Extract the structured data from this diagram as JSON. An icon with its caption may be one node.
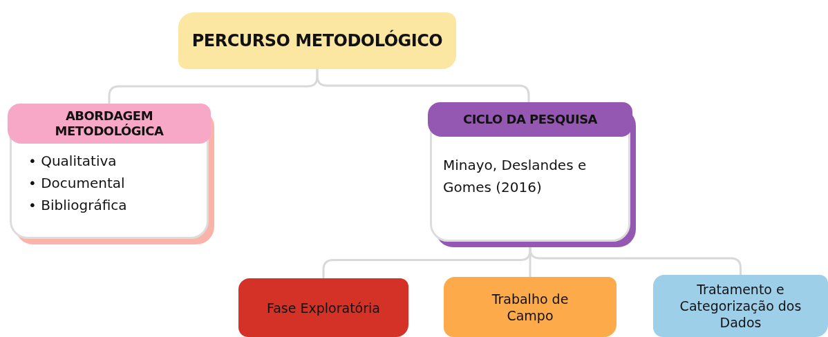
{
  "diagram": {
    "nodes": [
      {
        "text": [
          "PERCURSO METODOLÓGICO"
        ]
      },
      {
        "text": [
          "ABORDAGEM METODOLÓGICA",
          "• Qualitativa",
          "• Documental",
          "• Bibliográfica"
        ]
      },
      {
        "text": [
          "CICLO DA PESQUISA",
          "Minayo, Deslandes e Gomes (2016)"
        ]
      },
      {
        "text": [
          "Fase Exploratória"
        ]
      },
      {
        "text": [
          "Trabalho de Campo"
        ]
      },
      {
        "text": [
          "Tratamento e Categorização dos Dados"
        ]
      }
    ],
    "edges": [
      {
        "from": 0,
        "to": 1,
        "arrow": "none"
      },
      {
        "from": 0,
        "to": 2,
        "arrow": "none"
      },
      {
        "from": 2,
        "to": 3,
        "arrow": "none"
      },
      {
        "from": 2,
        "to": 4,
        "arrow": "none"
      },
      {
        "from": 2,
        "to": 5,
        "arrow": "none"
      }
    ]
  }
}
